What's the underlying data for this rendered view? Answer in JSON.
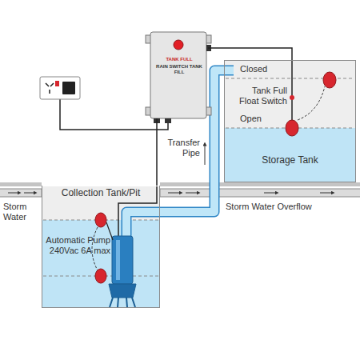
{
  "diagram": {
    "nodes": [
      {
        "text": [
          "TANK FULL",
          "RAIN SWITCH TANK FILL"
        ]
      },
      {
        "text": [
          "Storage Tank"
        ]
      },
      {
        "text": [
          "Collection Tank/Pit"
        ]
      }
    ],
    "edges": [
      {
        "from": 0,
        "to": 1,
        "arrow": "none"
      },
      {
        "from": 0,
        "to": 2,
        "arrow": "none"
      }
    ],
    "labels": [
      "Closed",
      "Tank Full Float Switch",
      "Open",
      "Transfer Pipe",
      "Storm Water",
      "Storm Water Overflow",
      "Automatic Pump 240Vac 6A max"
    ]
  }
}
